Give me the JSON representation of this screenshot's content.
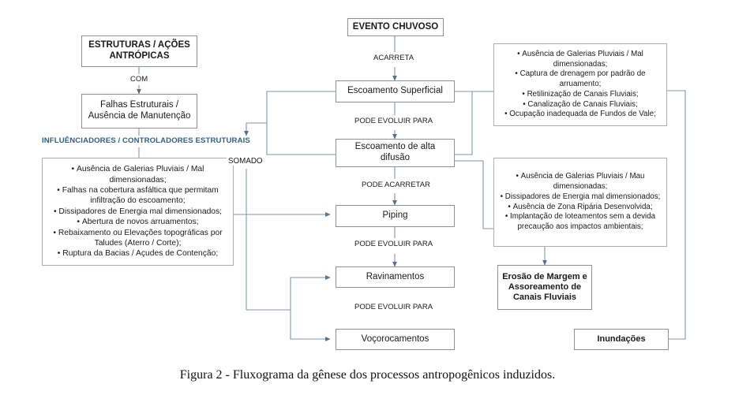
{
  "figure": {
    "caption": "Figura 2 - Fluxograma da gênese dos processos antropogênicos induzidos."
  },
  "colors": {
    "box_border": "#8a9199",
    "list_border": "#a8adb3",
    "wire": "#7f96a8",
    "text": "#1a1a1a",
    "accent_label": "#2e5f86",
    "background": "#ffffff"
  },
  "left_column": {
    "box_structures": "ESTRUTURAS / AÇÕES ANTRÓPICAS",
    "connector_com": "COM",
    "box_failures": "Falhas Estruturais / Ausência de Manutenção",
    "section_label": "INFLUÊNCIADORES / CONTROLADORES ESTRUTURAIS",
    "structural_list": [
      "Ausência de Galerias Pluviais / Mal dimensionadas;",
      "Falhas na cobertura asfáltica que permitam infiltração do escoamento;",
      "Dissipadores de Energia mal dimensionados;",
      "Abertura de novos arruamentos;",
      "Rebaixamento ou Elevações topográficas por Taludes (Aterro / Corte);",
      "Ruptura da Bacias / Açudes de Contenção;"
    ]
  },
  "center_column": {
    "box_event": "EVENTO CHUVOSO",
    "connector_acarreta": "ACARRETA",
    "box_surface_runoff": "Escoamento Superficial",
    "connector_evoluir_1": "PODE EVOLUIR PARA",
    "box_high_diffusion": "Escoamento de alta difusão",
    "connector_acarretar": "PODE ACARRETAR",
    "box_piping": "Piping",
    "connector_evoluir_2": "PODE EVOLUIR PARA",
    "box_ravinamentos": "Ravinamentos",
    "connector_evoluir_3": "PODE EVOLUIR PARA",
    "box_vocorocamentos": "Voçorocamentos",
    "junction_somado": "SOMADO"
  },
  "right_column": {
    "drainage_list": [
      "Ausência de Galerias Pluviais / Mal dimensionadas;",
      "Captura de drenagem por padrão de arruamento;",
      "Retilinização de Canais Fluviais;",
      "Canalização de Canais Fluviais;",
      "Ocupação inadequada de Fundos de Vale;"
    ],
    "riparian_list": [
      "Ausência de Galerias Pluviais / Mau dimensionadas;",
      "Dissipadores de Energia mal dimensionados;",
      "Ausência de Zona Ripária Desenvolvida;",
      "Implantação de loteamentos sem a devida precaução aos impactos ambientais;"
    ],
    "box_erosion": "Erosão de Margem e Assoreamento de Canais Fluviais",
    "box_floods": "Inundações"
  },
  "bullet_glyph": "•"
}
